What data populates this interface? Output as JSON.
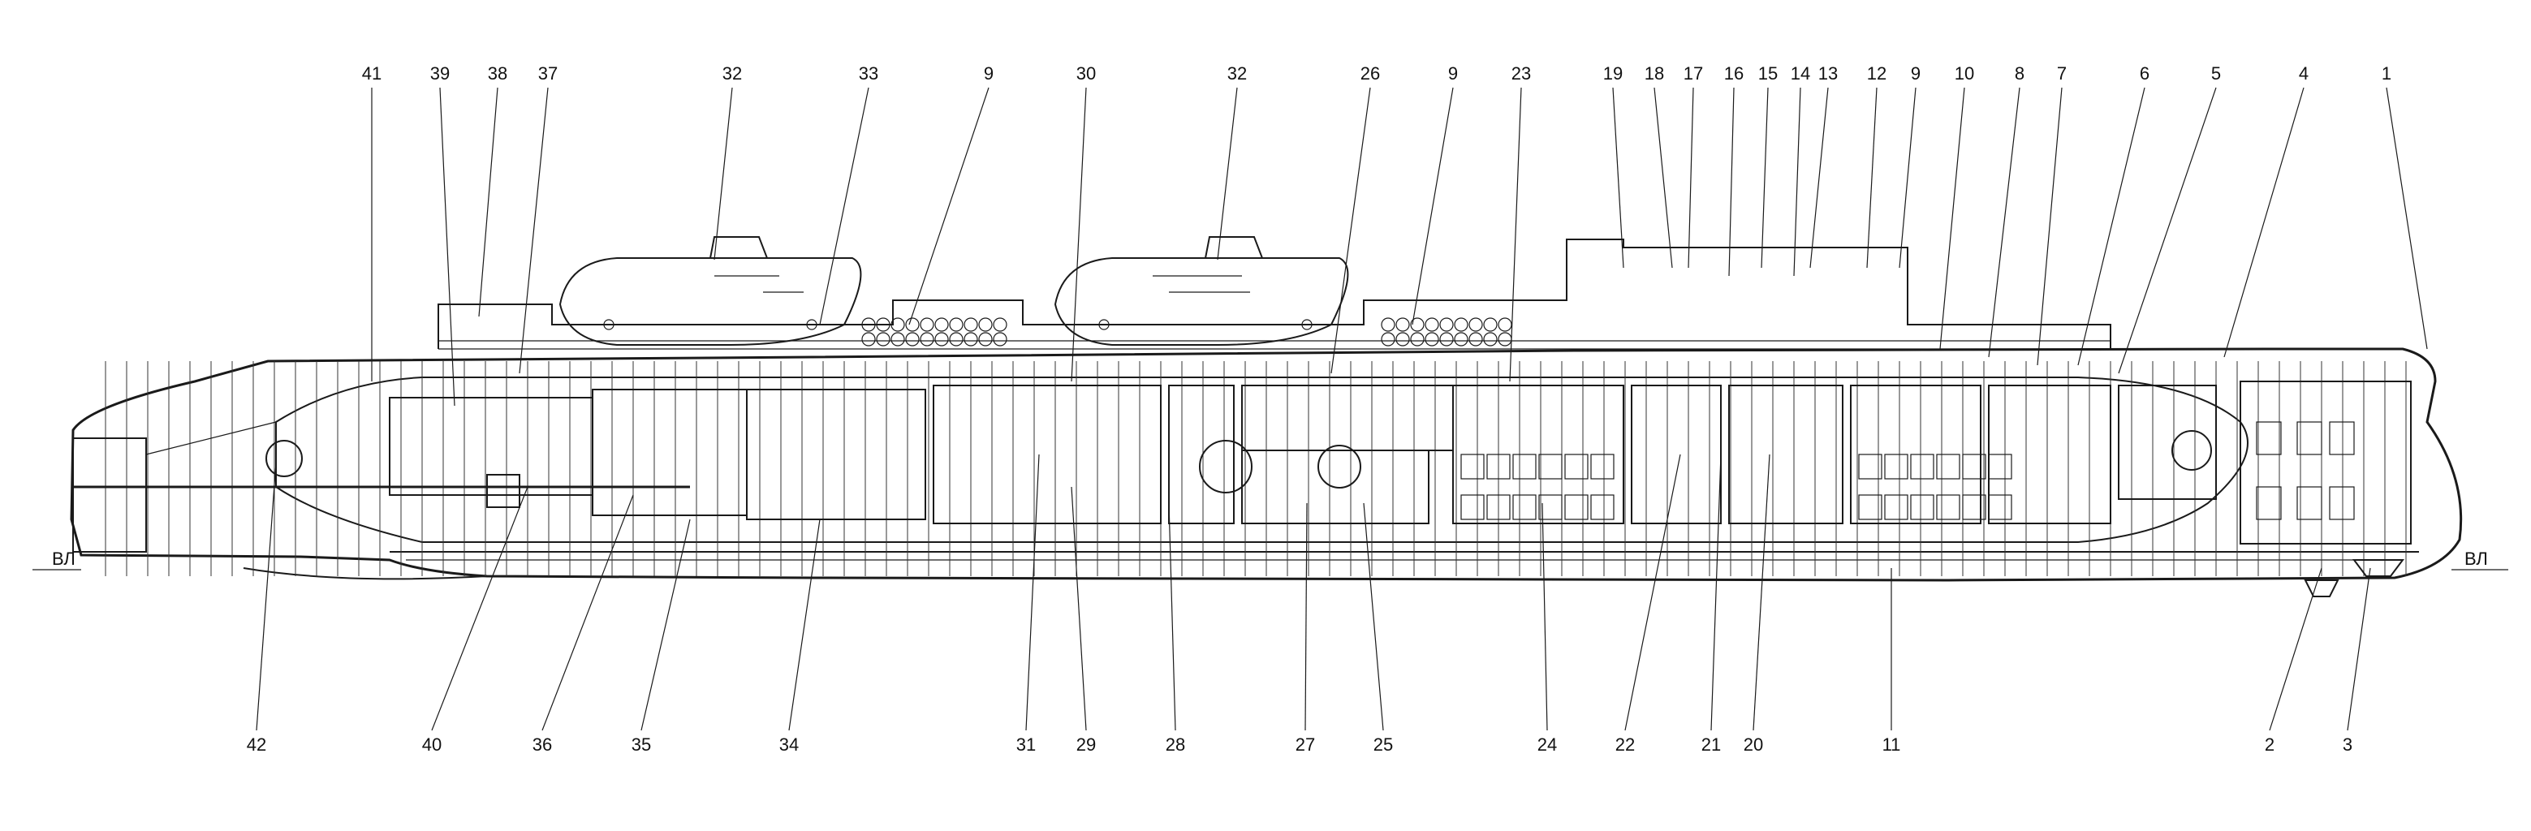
{
  "diagram": {
    "type": "submarine longitudinal cross-section",
    "waterline_left": "ВЛ",
    "waterline_right": "ВЛ",
    "top_labels": [
      "41",
      "39",
      "38",
      "37",
      "32",
      "33",
      "9",
      "30",
      "32",
      "26",
      "9",
      "23",
      "19",
      "18",
      "17",
      "16",
      "15",
      "14",
      "13",
      "12",
      "9",
      "10",
      "8",
      "7",
      "6",
      "5",
      "4",
      "1"
    ],
    "bottom_labels": [
      "42",
      "40",
      "36",
      "35",
      "34",
      "31",
      "29",
      "28",
      "27",
      "25",
      "24",
      "22",
      "21",
      "20",
      "11",
      "2",
      "3"
    ]
  }
}
